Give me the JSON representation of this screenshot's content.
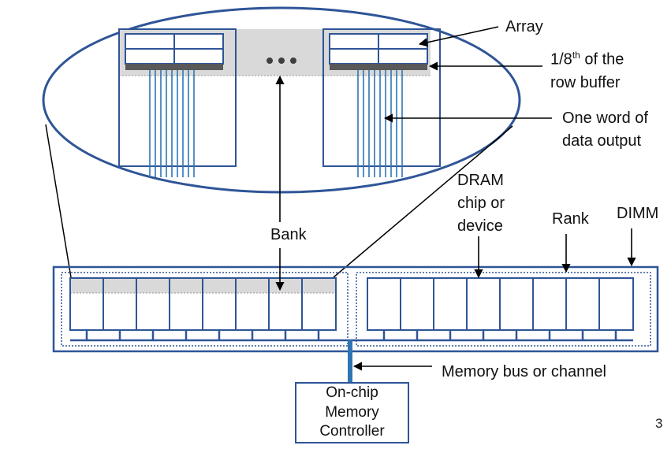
{
  "labels": {
    "array": "Array",
    "row_buffer_prefix": "1/8",
    "row_buffer_sup": "th",
    "row_buffer_suffix": " of the",
    "row_buffer_line2": "row buffer",
    "word_line1": "One word of",
    "word_line2": "data output",
    "dram_line1": "DRAM",
    "dram_line2": "chip or",
    "dram_line3": "device",
    "rank": "Rank",
    "dimm": "DIMM",
    "bank": "Bank",
    "bus": "Memory bus or channel",
    "controller_line1": "On-chip",
    "controller_line2": "Memory",
    "controller_line3": "Controller"
  },
  "page_number": "3",
  "colors": {
    "outline": "#2f5597",
    "bank_fill": "#d9d9d9",
    "row_buffer": "#595959",
    "bitline": "#2e75b6",
    "arrow": "#000000"
  }
}
